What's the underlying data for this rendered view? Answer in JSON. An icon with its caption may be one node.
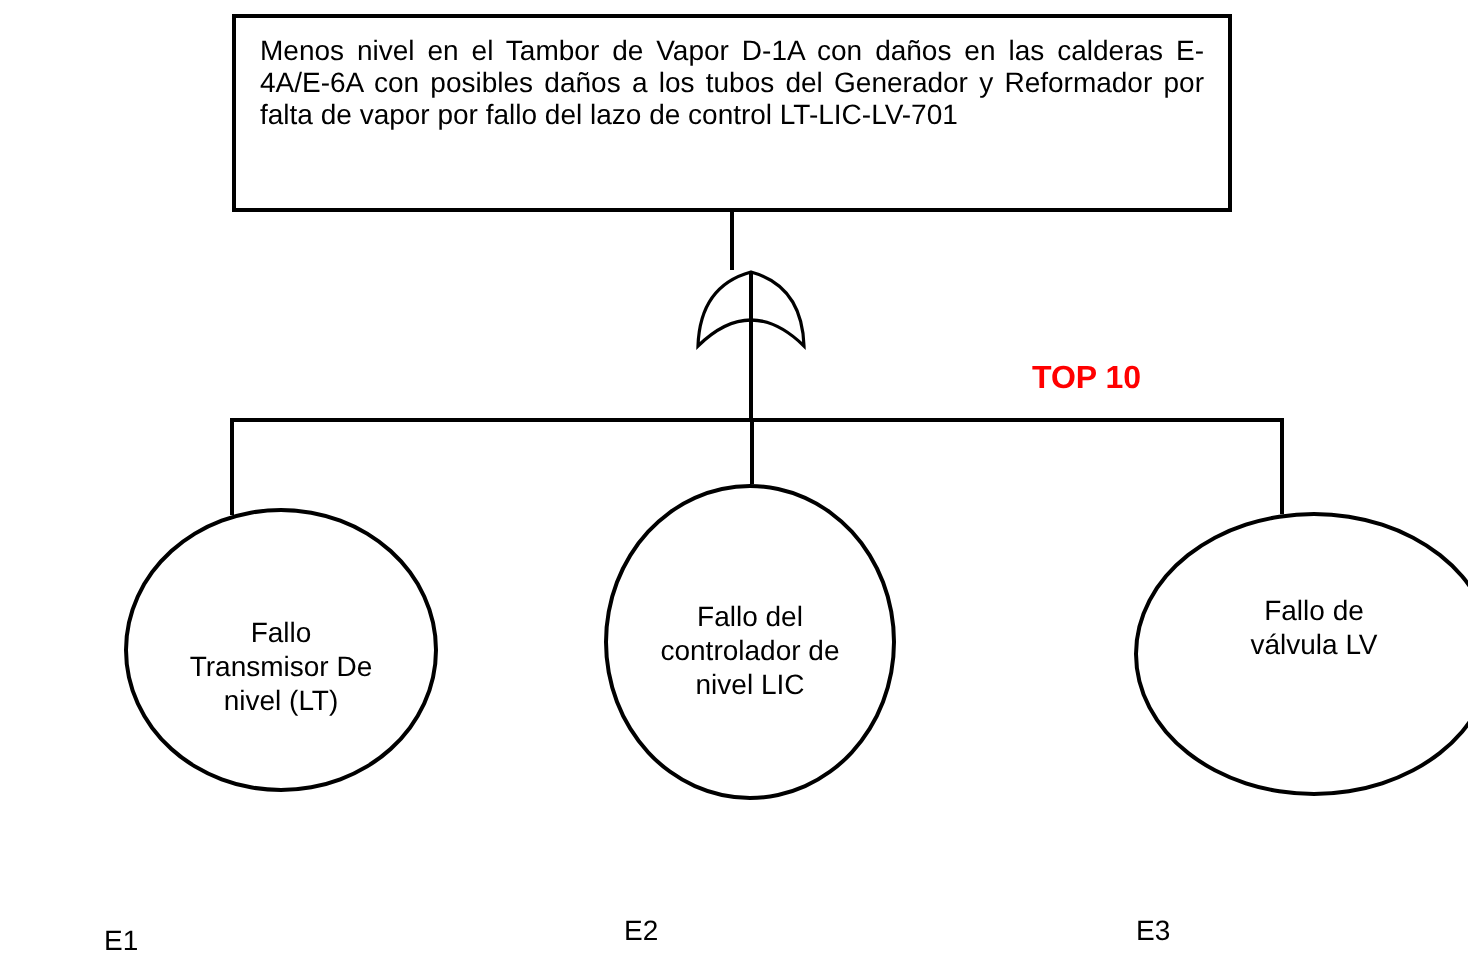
{
  "diagram": {
    "nodes": [
      {
        "text": [
          "Menos nivel en el Tambor de Vapor D-1A con daños en las calderas E-4A/E-6A con posibles daños a los tubos del Generador y Reformador por falta de vapor por fallo del lazo de control LT-LIC-LV-701"
        ]
      },
      {
        "text": [],
        "shape": "gate"
      },
      {
        "text": [
          "Fallo Transmisor De nivel (LT)"
        ]
      },
      {
        "text": [
          "Fallo del controlador de nivel LIC"
        ]
      },
      {
        "text": [
          "Fallo de válvula LV"
        ]
      }
    ],
    "edges": [
      {
        "from": 0,
        "to": 1,
        "arrow": "none"
      },
      {
        "from": 1,
        "to": 2,
        "arrow": "none"
      },
      {
        "from": 1,
        "to": 3,
        "arrow": "none"
      },
      {
        "from": 1,
        "to": 4,
        "arrow": "none"
      }
    ],
    "labels": [
      "TOP 10",
      "E1",
      "E2",
      "E3"
    ]
  }
}
